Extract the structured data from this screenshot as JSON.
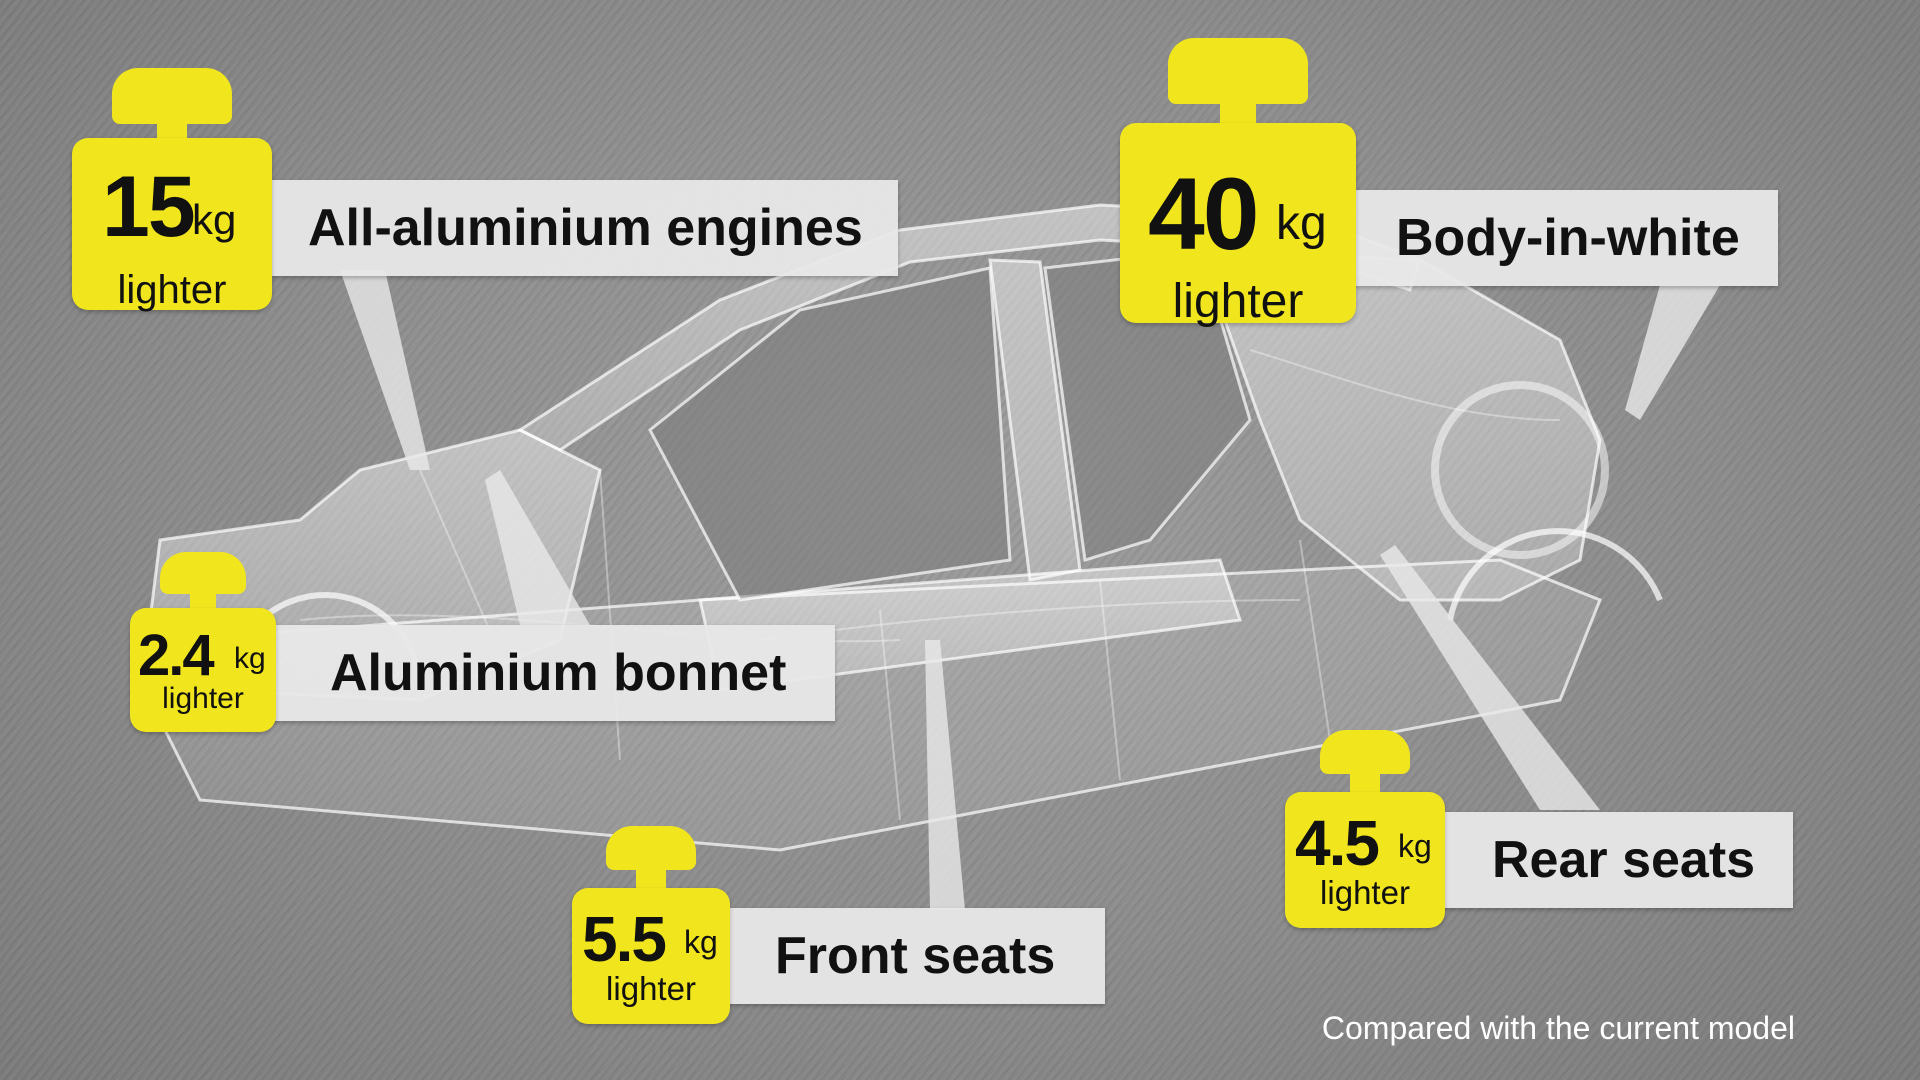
{
  "colors": {
    "tag_yellow": "#f1e61e",
    "label_bg": "#e8e8e8",
    "text": "#111111",
    "background": "#8c8c8c"
  },
  "callouts": {
    "engines": {
      "value": "15",
      "unit": "kg",
      "sub": "lighter",
      "label": "All-aluminium engines"
    },
    "body": {
      "value": "40",
      "unit": "kg",
      "sub": "lighter",
      "label": "Body-in-white"
    },
    "bonnet": {
      "value": "2.4",
      "unit": "kg",
      "sub": "lighter",
      "label": "Aluminium bonnet"
    },
    "front_seats": {
      "value": "5.5",
      "unit": "kg",
      "sub": "lighter",
      "label": "Front seats"
    },
    "rear_seats": {
      "value": "4.5",
      "unit": "kg",
      "sub": "lighter",
      "label": "Rear seats"
    }
  },
  "icons": {
    "weight": "weight-icon",
    "car": "car-body-xray"
  },
  "footnote": "Compared with the current model"
}
